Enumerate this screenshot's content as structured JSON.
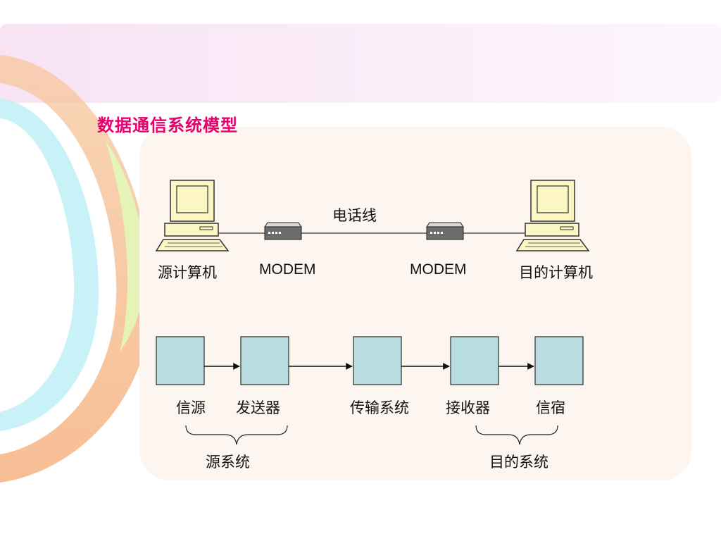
{
  "title": "数据通信系统模型",
  "colors": {
    "title": "#e8006e",
    "panel": "#fdf5ef",
    "block_fill": "#b8dde0",
    "block_stroke": "#2a2a2a",
    "monitor": "#fcf6c4",
    "header_band": "#fbeaf6"
  },
  "top_diagram": {
    "line_label": "电话线",
    "source_computer": "源计算机",
    "modem_left": "MODEM",
    "modem_right": "MODEM",
    "dest_computer": "目的计算机"
  },
  "bottom_diagram": {
    "blocks": [
      "信源",
      "发送器",
      "传输系统",
      "接收器",
      "信宿"
    ],
    "groups": [
      "源系统",
      "目的系统"
    ]
  }
}
